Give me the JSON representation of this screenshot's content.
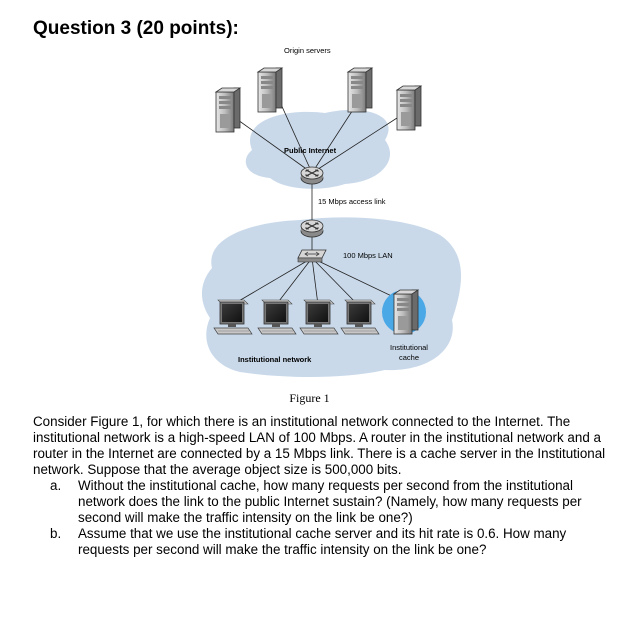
{
  "question": {
    "title": "Question 3 (20 points):"
  },
  "figure": {
    "labels": {
      "origin_servers": "Origin servers",
      "public_internet": "Public Internet",
      "access_link": "15 Mbps access link",
      "lan": "100 Mbps LAN",
      "institutional_cache_line1": "Institutional",
      "institutional_cache_line2": "cache",
      "institutional_network": "Institutional network"
    },
    "caption": "Figure 1"
  },
  "body": {
    "intro": "Consider Figure 1, for which there is an institutional network connected to the Internet. The institutional network is a high-speed LAN of 100 Mbps. A router in the institutional network and a router in the Internet are connected by a 15 Mbps link. There is a cache server in the Institutional network. Suppose that the average object size is 500,000 bits.",
    "items": [
      {
        "marker": "a.",
        "text": "Without the institutional cache, how many requests per second from the institutional network does the link to the public Internet sustain? (Namely, how many requests per second will make the traffic intensity on the link be one?)"
      },
      {
        "marker": "b.",
        "text": "Assume that we use the institutional cache server and its hit rate is 0.6. How many requests per second will make the traffic intensity on the link be one?"
      }
    ]
  }
}
